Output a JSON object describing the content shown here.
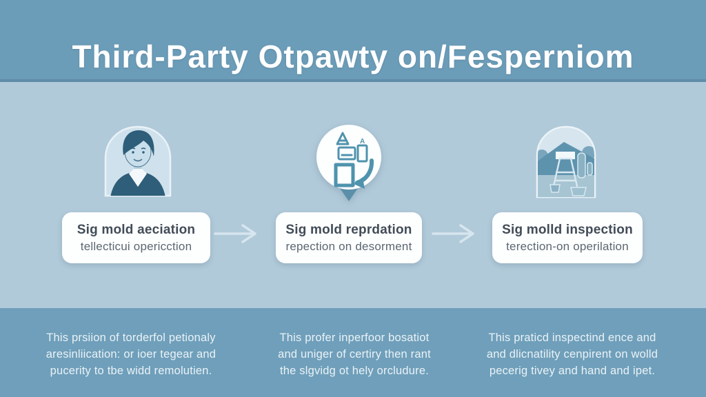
{
  "title": "Third-Party Otpawty on/Fesperniom",
  "colors": {
    "header_bg": "#6b9cb8",
    "header_divider": "#5f8ca7",
    "main_bg": "#b1cada",
    "footer_bg": "#6f9fba",
    "card_bg": "#fdfefe",
    "card_title_text": "#414c57",
    "card_subtitle_text": "#5b6772",
    "arrow": "#dce9f1",
    "icon_teal": "#4f93ad",
    "icon_dark": "#2e5e79",
    "icon_frame_fill": "#cfe1ec",
    "footer_text": "#eaf2f7"
  },
  "icons": {
    "step1": "person-portrait-icon",
    "step2": "documents-sync-icon",
    "step3": "factory-landscape-icon",
    "letter": "A"
  },
  "steps": [
    {
      "card_title": "Sig mold aeciation",
      "card_subtitle": "tellecticui opericction",
      "description": [
        "This prsiion of torderfol petionaly",
        "aresinliication: or ioer tegear and",
        "pucerity to tbe widd remolutien."
      ]
    },
    {
      "card_title": "Sig mold reprdation",
      "card_subtitle": "repection on desorment",
      "description": [
        "This profer inperfoor bosatiot",
        "and uniger of certiry then rant",
        "the slgvidg ot hely orcludure."
      ]
    },
    {
      "card_title": "Sig molld inspection",
      "card_subtitle": "terection-on operilation",
      "description": [
        "This praticd inspectind ence and",
        "and dlicnatility cenpirent on wolld",
        "pecerig tivey and hand and ipet."
      ]
    }
  ]
}
